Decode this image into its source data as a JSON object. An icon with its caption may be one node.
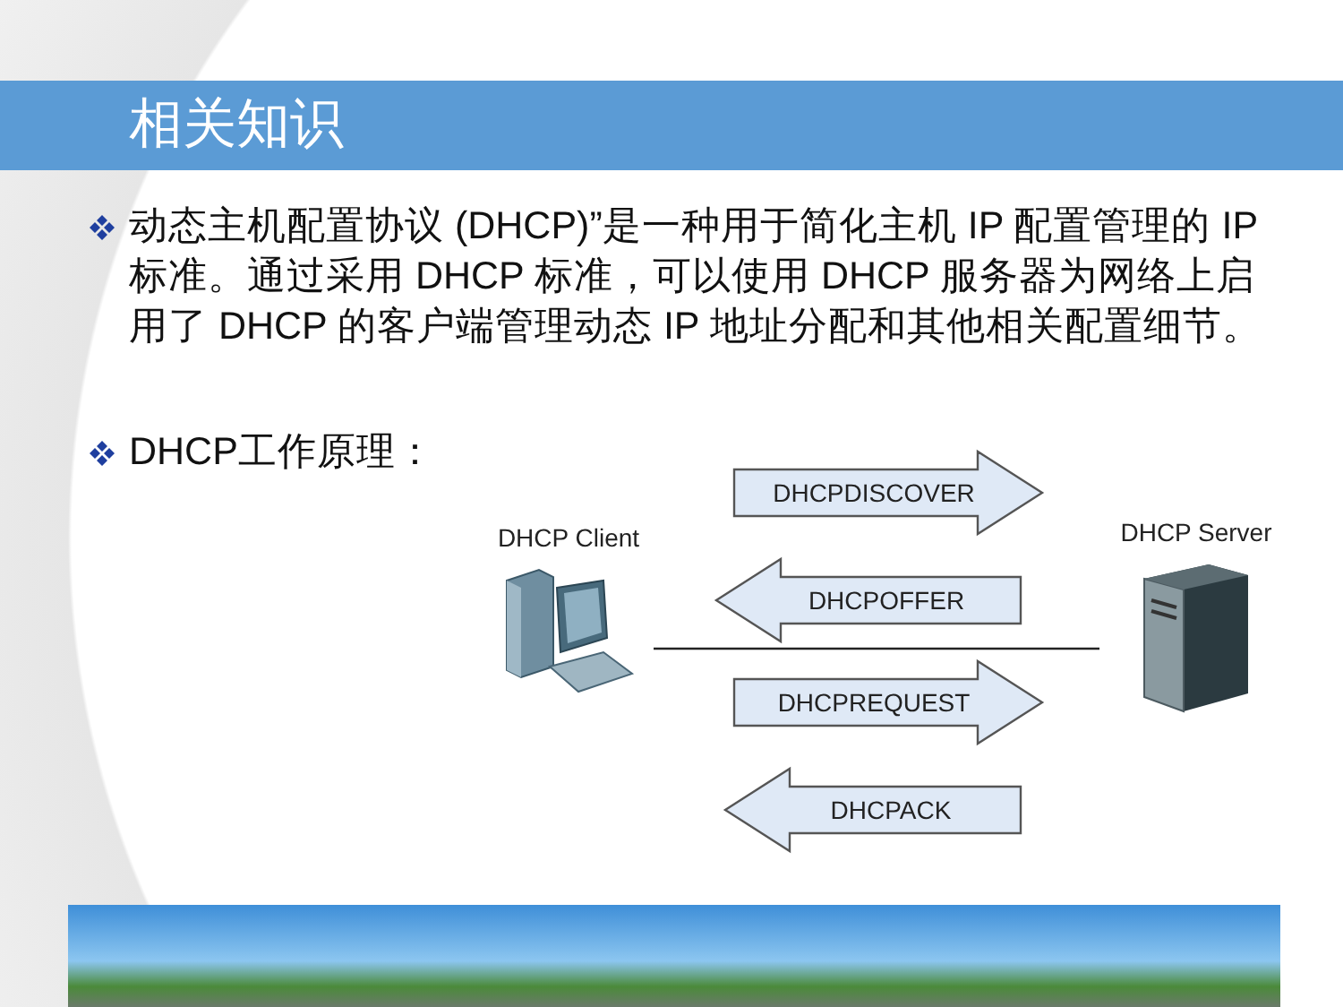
{
  "diagram": {
    "title": "相关知识",
    "nodes": [
      {
        "text": [
          "DHCP Client"
        ]
      },
      {
        "text": [
          "DHCP Server"
        ]
      }
    ],
    "edges": [
      {
        "from": 0,
        "to": 1,
        "arrow": "to",
        "label": "DHCPDISCOVER"
      },
      {
        "from": 1,
        "to": 0,
        "arrow": "to",
        "label": "DHCPOFFER"
      },
      {
        "from": 0,
        "to": 1,
        "arrow": "to",
        "label": "DHCPREQUEST"
      },
      {
        "from": 1,
        "to": 0,
        "arrow": "to",
        "label": "DHCPACK"
      },
      {
        "from": 0,
        "to": 1,
        "arrow": "none"
      }
    ],
    "labels": [
      "动态主机配置协议 (DHCP)”是一种用于简化主机 IP 配置管理的 IP 标准。通过采用 DHCP 标准，可以使用 DHCP 服务器为网络上启用了 DHCP 的客户端管理动态 IP 地址分配和其他相关配置细节。",
      "DHCP工作原理："
    ]
  }
}
